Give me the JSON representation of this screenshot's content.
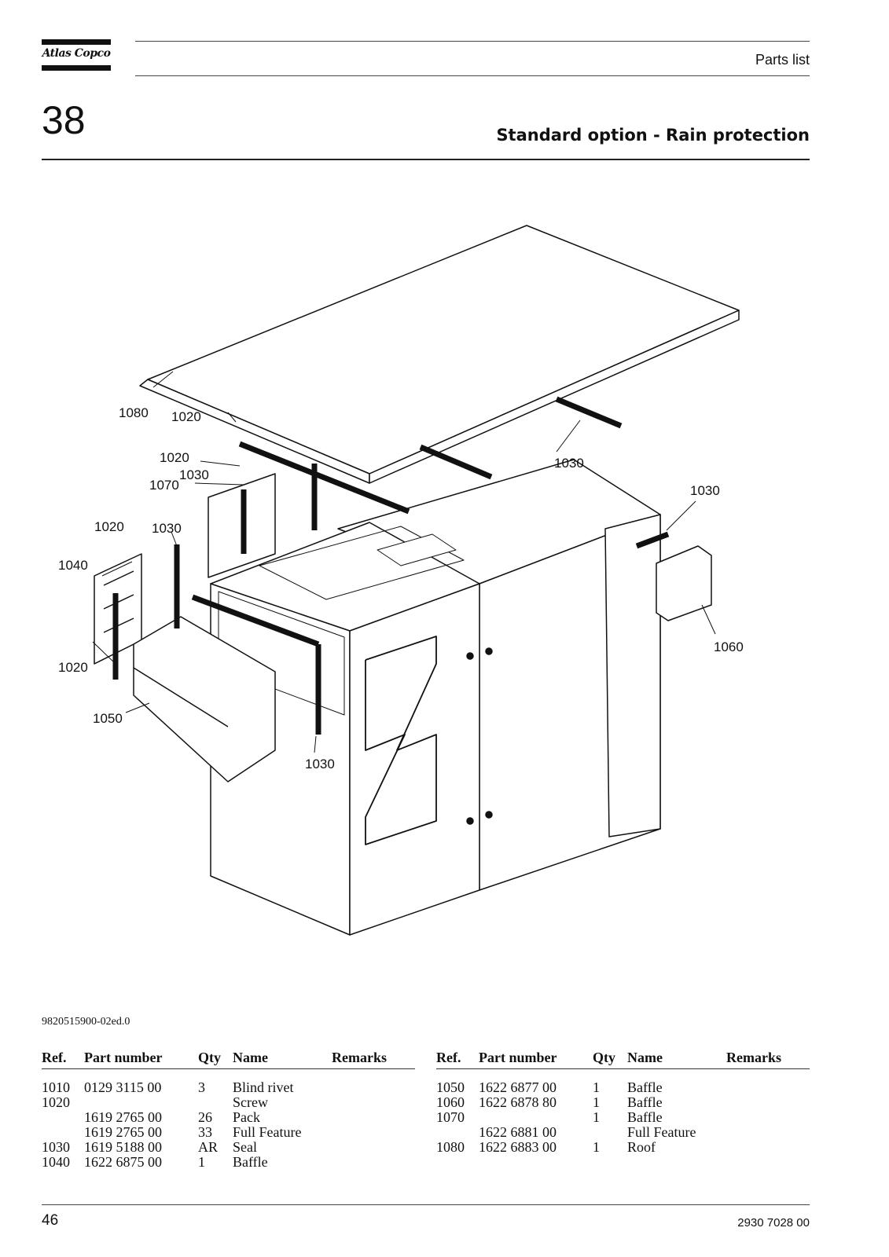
{
  "header": {
    "brand": "Atlas Copco",
    "section_label": "Parts list",
    "chapter_number": "38",
    "title": "Standard option - Rain protection"
  },
  "drawing": {
    "callouts": [
      "1080",
      "1020",
      "1020",
      "1030",
      "1070",
      "1030",
      "1030",
      "1020",
      "1030",
      "1040",
      "1020",
      "1050",
      "1030",
      "1060"
    ]
  },
  "document_id": "9820515900-02ed.0",
  "parts_table": {
    "columns": [
      "Ref.",
      "Part number",
      "Qty",
      "Name",
      "Remarks"
    ],
    "left": [
      {
        "ref": "1010",
        "part": "0129 3115 00",
        "qty": "3",
        "name": "Blind rivet",
        "remarks": ""
      },
      {
        "ref": "1020",
        "part": "",
        "qty": "",
        "name": "Screw",
        "remarks": ""
      },
      {
        "ref": "",
        "part": "1619 2765 00",
        "qty": "26",
        "name": "Pack",
        "remarks": ""
      },
      {
        "ref": "",
        "part": "1619 2765 00",
        "qty": "33",
        "name": "Full Feature",
        "remarks": ""
      },
      {
        "ref": "1030",
        "part": "1619 5188 00",
        "qty": "AR",
        "name": "Seal",
        "remarks": ""
      },
      {
        "ref": "1040",
        "part": "1622 6875 00",
        "qty": "1",
        "name": "Baffle",
        "remarks": ""
      }
    ],
    "right": [
      {
        "ref": "1050",
        "part": "1622 6877 00",
        "qty": "1",
        "name": "Baffle",
        "remarks": ""
      },
      {
        "ref": "1060",
        "part": "1622 6878 80",
        "qty": "1",
        "name": "Baffle",
        "remarks": ""
      },
      {
        "ref": "1070",
        "part": "",
        "qty": "1",
        "name": "Baffle",
        "remarks": ""
      },
      {
        "ref": "",
        "part": "1622 6881 00",
        "qty": "",
        "name": "Full Feature",
        "remarks": ""
      },
      {
        "ref": "1080",
        "part": "1622 6883 00",
        "qty": "1",
        "name": "Roof",
        "remarks": ""
      }
    ]
  },
  "footer": {
    "page_number": "46",
    "document_number": "2930 7028 00"
  }
}
